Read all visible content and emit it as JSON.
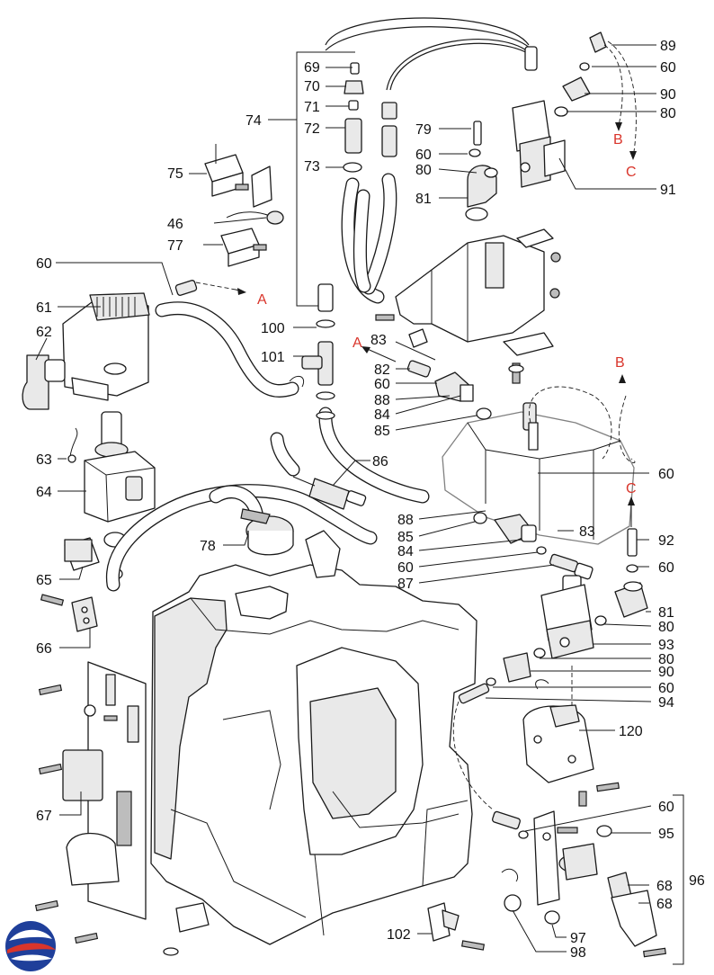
{
  "diagram": {
    "labels": {
      "p69": "69",
      "p70": "70",
      "p71": "71",
      "p72": "72",
      "p73": "73",
      "p74": "74",
      "p75": "75",
      "p46": "46",
      "p77": "77",
      "p60a": "60",
      "p61": "61",
      "p62": "62",
      "p63": "63",
      "p64": "64",
      "p65": "65",
      "p66": "66",
      "p67": "67",
      "p79": "79",
      "p60b": "60",
      "p80a": "80",
      "p81a": "81",
      "p89": "89",
      "p60c": "60",
      "p90a": "90",
      "p80b": "80",
      "p91": "91",
      "p100": "100",
      "p101": "101",
      "p83a": "83",
      "p82": "82",
      "p60d": "60",
      "p88a": "88",
      "p84a": "84",
      "p85a": "85",
      "p86": "86",
      "p60e": "60",
      "p88b": "88",
      "p85b": "85",
      "p84b": "84",
      "p83b": "83",
      "p60f": "60",
      "p87": "87",
      "p78": "78",
      "p92": "92",
      "p60g": "60",
      "p81b": "81",
      "p80c": "80",
      "p93": "93",
      "p80d": "80",
      "p90b": "90",
      "p60h": "60",
      "p94": "94",
      "p120": "120",
      "p60i": "60",
      "p95": "95",
      "p96": "96",
      "p68a": "68",
      "p68b": "68",
      "p97": "97",
      "p98": "98",
      "p102": "102"
    },
    "connectors": {
      "a_top": "A",
      "b_top": "B",
      "c_top": "C",
      "a_mid": "A",
      "b_right": "B",
      "c_right": "C"
    }
  }
}
